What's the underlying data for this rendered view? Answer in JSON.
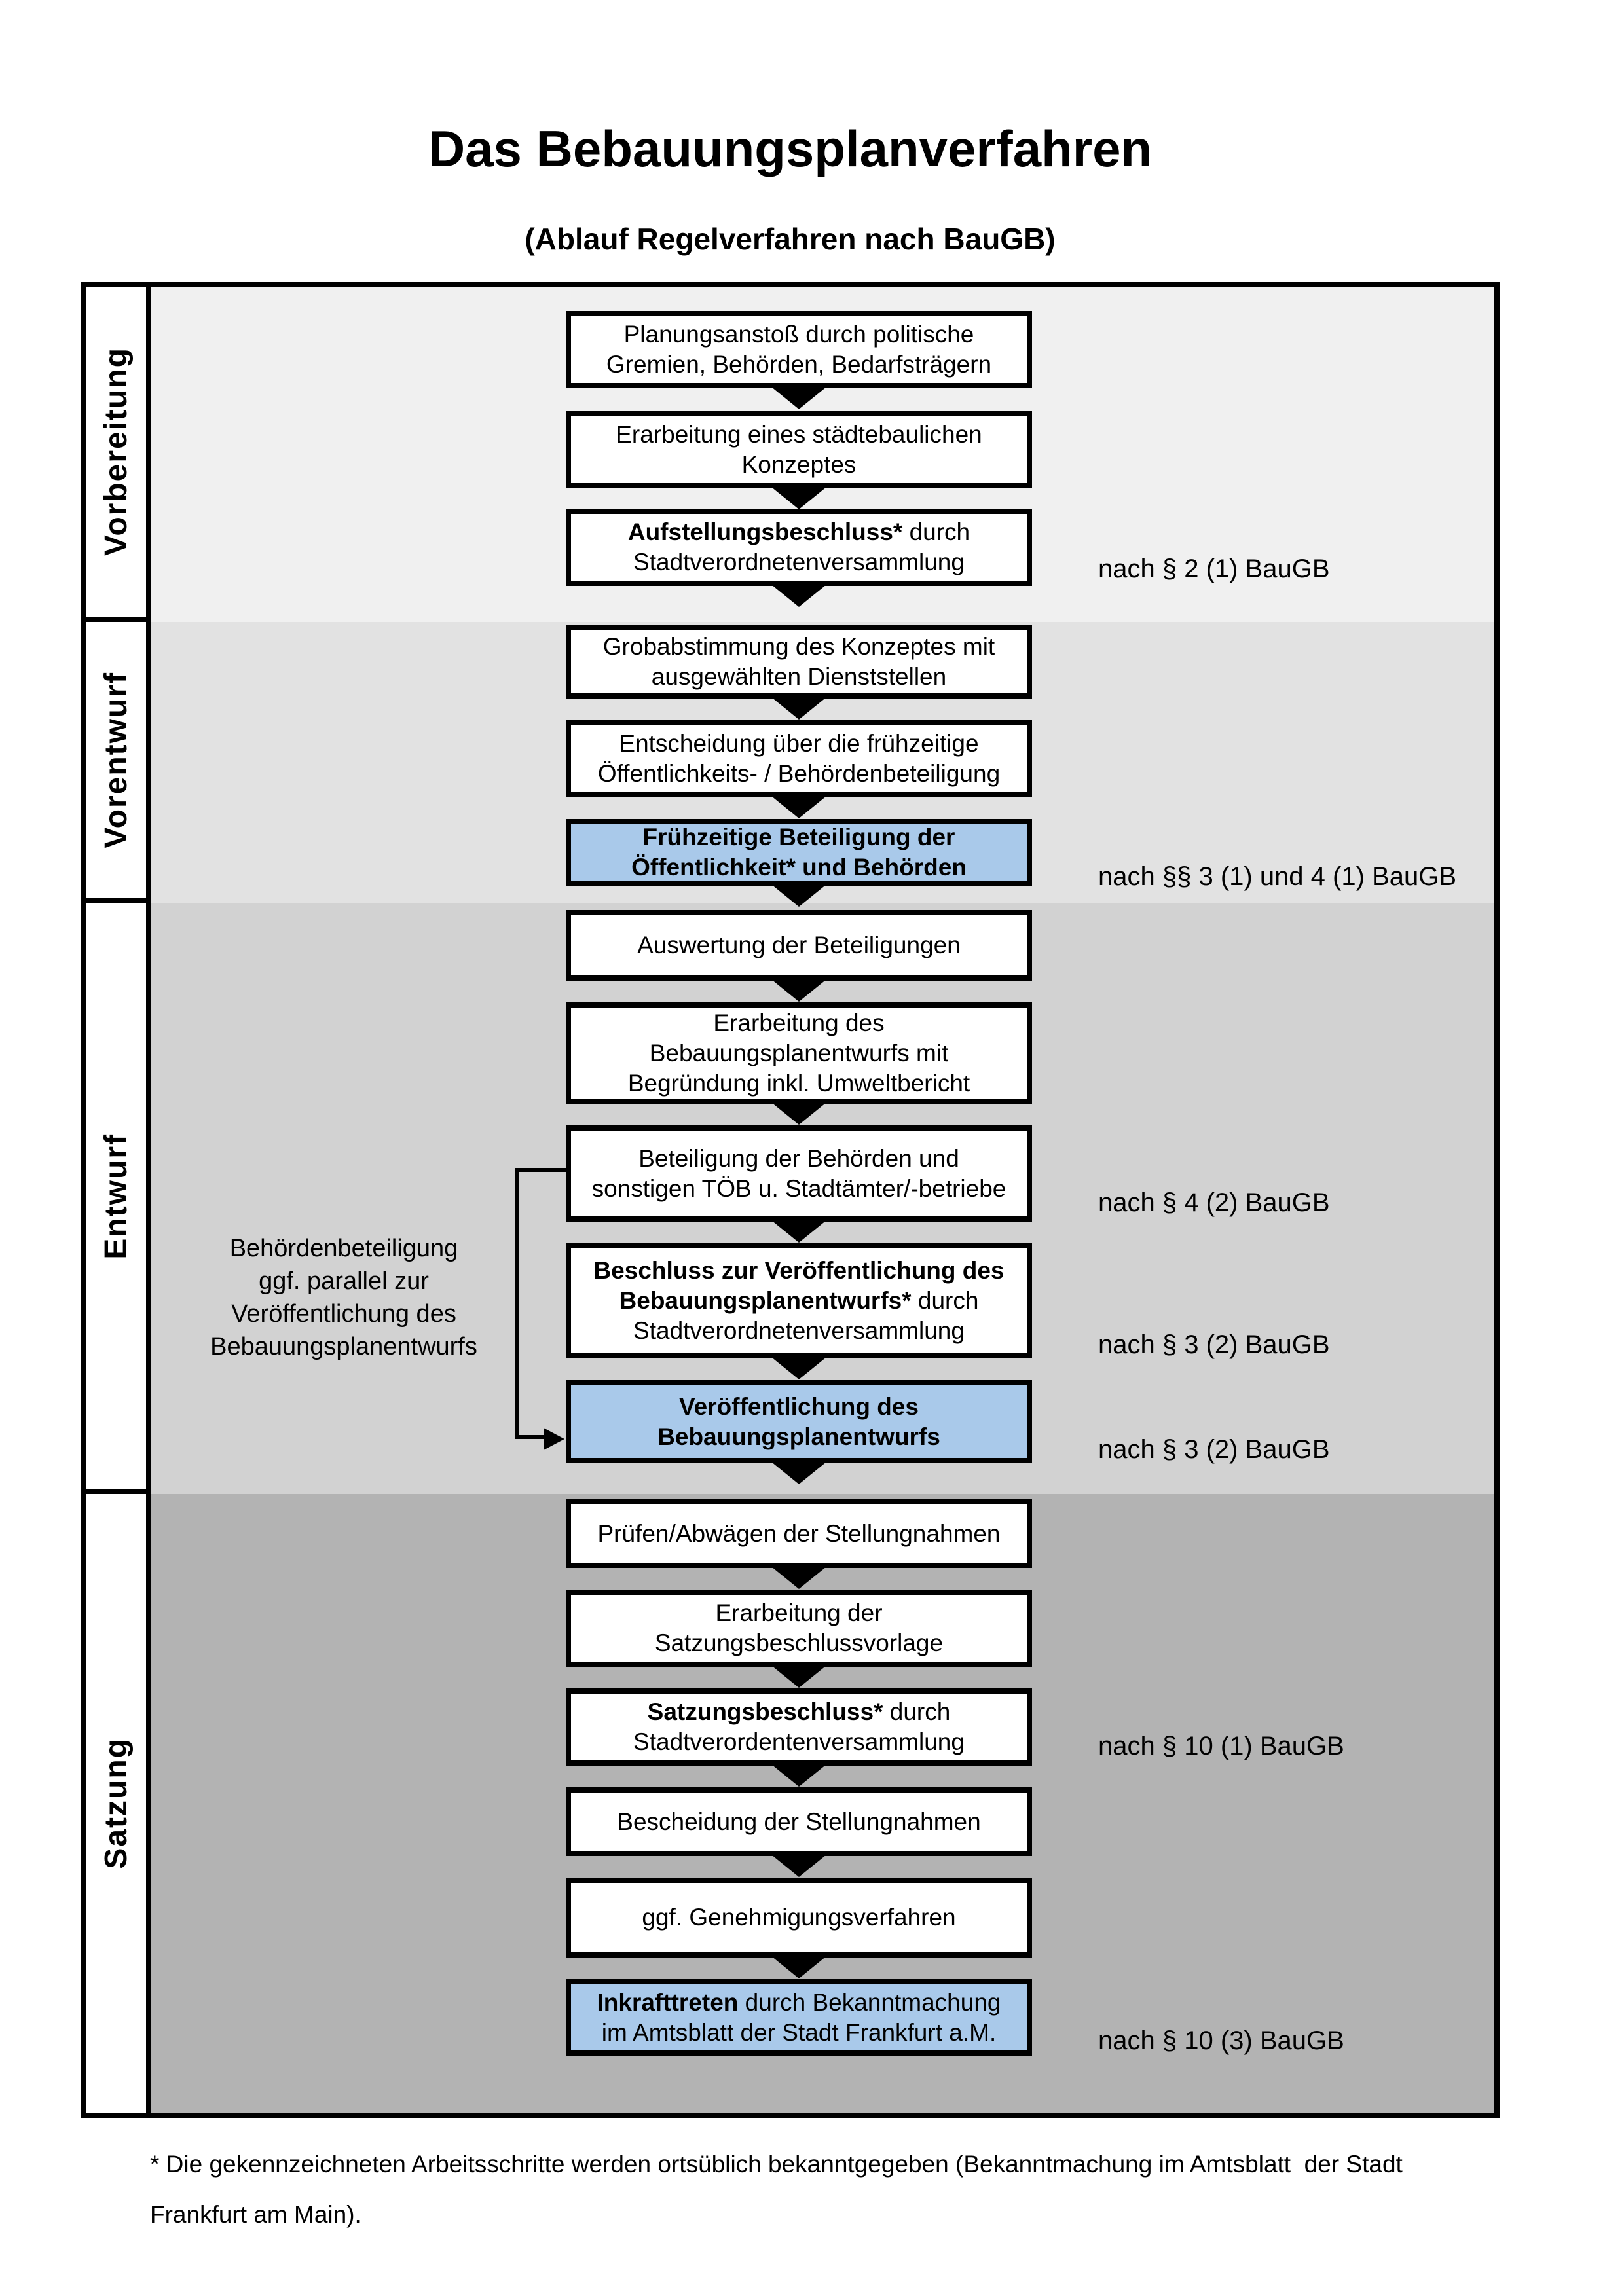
{
  "title": "Das Bebauungsplanverfahren",
  "subtitle": "(Ablauf Regelverfahren nach BauGB)",
  "colors": {
    "phase1_bg": "#f0f0f0",
    "phase2_bg": "#e2e2e2",
    "phase3_bg": "#d2d2d2",
    "phase4_bg": "#b3b3b3",
    "highlight_box_bg": "#a9c9ea",
    "box_border": "#000000",
    "label_cell_bg": "#ffffff"
  },
  "phases": [
    {
      "label": "Vorbereitung"
    },
    {
      "label": "Vorentwurf"
    },
    {
      "label": "Entwurf"
    },
    {
      "label": "Satzung"
    }
  ],
  "steps": [
    {
      "lines": [
        {
          "r": "Planungsanstoß durch politische"
        },
        {
          "r": "Gremien, Behörden, Bedarfsträgern"
        }
      ]
    },
    {
      "lines": [
        {
          "r": "Erarbeitung eines städtebaulichen"
        },
        {
          "r": "Konzeptes"
        }
      ]
    },
    {
      "lines": [
        {
          "b": "Aufstellungsbeschluss*",
          "r": " durch"
        },
        {
          "r": "Stadtverordnetenversammlung"
        }
      ]
    },
    {
      "lines": [
        {
          "r": "Grobabstimmung des Konzeptes mit"
        },
        {
          "r": "ausgewählten Dienststellen"
        }
      ]
    },
    {
      "lines": [
        {
          "r": "Entscheidung über die frühzeitige"
        },
        {
          "r": "Öffentlichkeits- / Behördenbeteiligung"
        }
      ]
    },
    {
      "lines": [
        {
          "b": "Frühzeitige Beteiligung der"
        },
        {
          "b": "Öffentlichkeit* und Behörden"
        }
      ]
    },
    {
      "lines": [
        {
          "r": "Auswertung der Beteiligungen"
        }
      ]
    },
    {
      "lines": [
        {
          "r": "Erarbeitung des"
        },
        {
          "r": "Bebauungsplanentwurfs mit"
        },
        {
          "r": "Begründung inkl. Umweltbericht"
        }
      ]
    },
    {
      "lines": [
        {
          "r": "Beteiligung der Behörden und"
        },
        {
          "r": "sonstigen TÖB u. Stadtämter/-betriebe"
        }
      ]
    },
    {
      "lines": [
        {
          "b": "Beschluss zur Veröffentlichung des"
        },
        {
          "b": "Bebauungsplanentwurfs*",
          "r": " durch"
        },
        {
          "r": "Stadtverordnetenversammlung"
        }
      ]
    },
    {
      "lines": [
        {
          "b": "Veröffentlichung des"
        },
        {
          "b": "Bebauungsplanentwurfs"
        }
      ]
    },
    {
      "lines": [
        {
          "r": "Prüfen/Abwägen der Stellungnahmen"
        }
      ]
    },
    {
      "lines": [
        {
          "r": "Erarbeitung der"
        },
        {
          "r": "Satzungsbeschlussvorlage"
        }
      ]
    },
    {
      "lines": [
        {
          "b": "Satzungsbeschluss*",
          "r": " durch"
        },
        {
          "r": "Stadtverordentenversammlung"
        }
      ]
    },
    {
      "lines": [
        {
          "r": "Bescheidung der Stellungnahmen"
        }
      ]
    },
    {
      "lines": [
        {
          "r": "ggf. Genehmigungsverfahren"
        }
      ]
    },
    {
      "lines": [
        {
          "b": "Inkrafttreten",
          "r": " durch Bekanntmachung"
        },
        {
          "r": "im Amtsblatt der Stadt Frankfurt a.M."
        }
      ]
    }
  ],
  "legal_refs": [
    {
      "text": "nach § 2 (1) BauGB"
    },
    {
      "text": "nach §§ 3 (1) und 4 (1) BauGB"
    },
    {
      "text": "nach § 4 (2) BauGB"
    },
    {
      "text": "nach § 3 (2) BauGB"
    },
    {
      "text": "nach § 3 (2) BauGB"
    },
    {
      "text": "nach § 10 (1) BauGB"
    },
    {
      "text": "nach § 10 (3) BauGB"
    }
  ],
  "side_note": {
    "lines": [
      "Behördenbeteiligung",
      "ggf. parallel zur",
      "Veröffentlichung des",
      "Bebauungsplanentwurfs"
    ]
  },
  "footnote": {
    "line1": "* Die gekennzeichneten Arbeitsschritte werden ortsüblich bekanntgegeben (Bekanntmachung im Amtsblatt  der Stadt",
    "line2": "Frankfurt am Main)."
  }
}
